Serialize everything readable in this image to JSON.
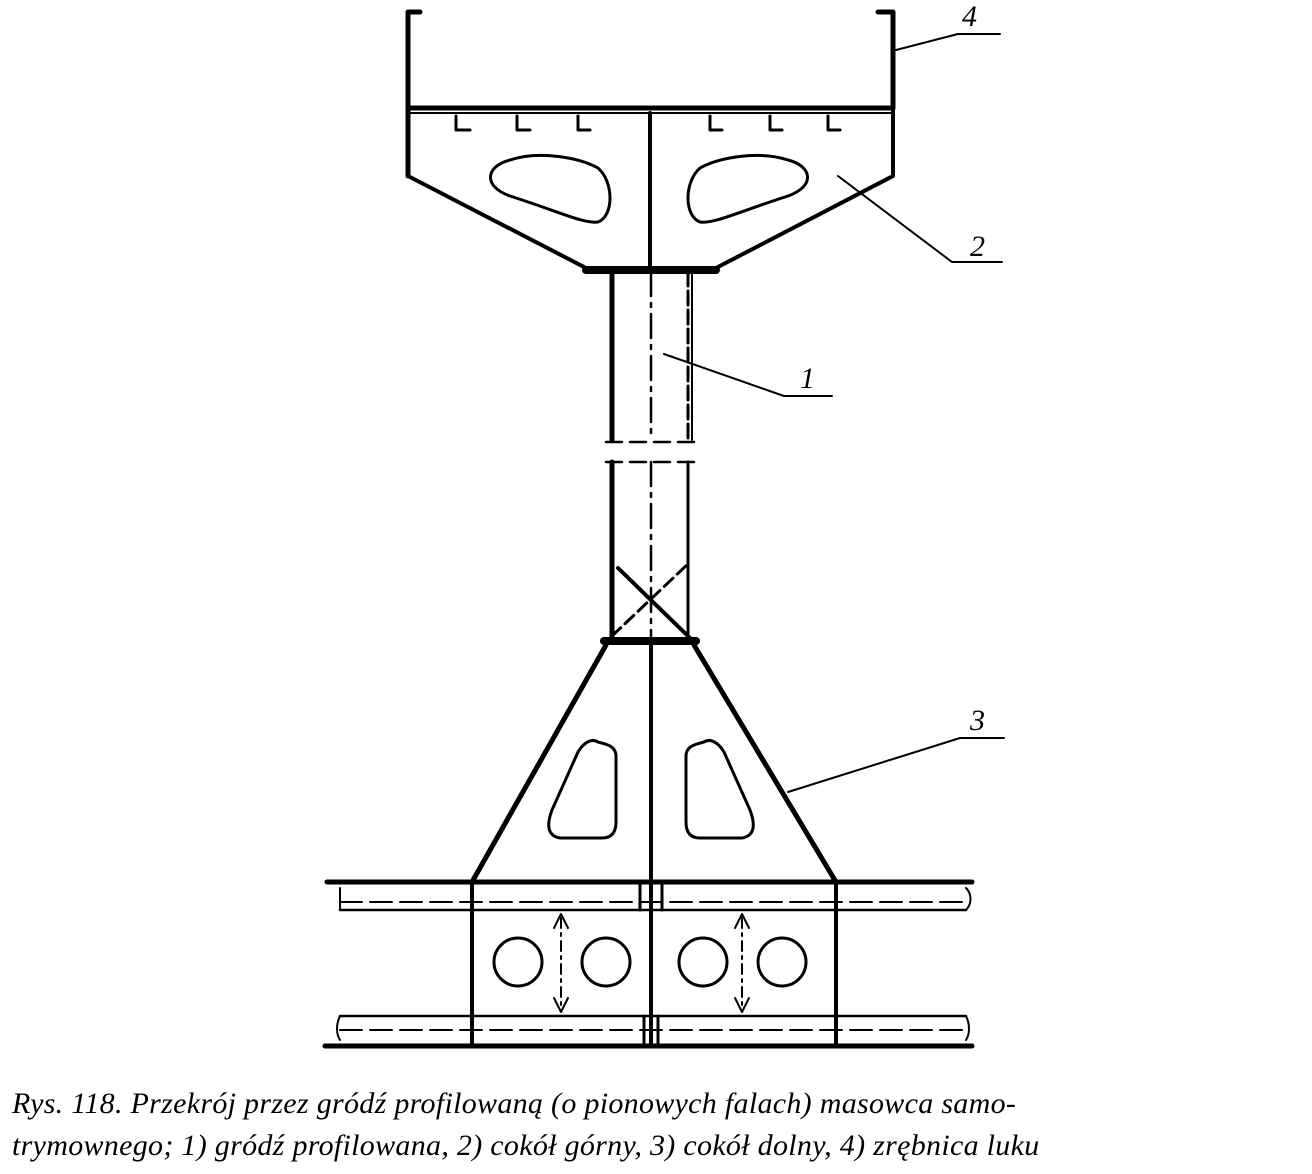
{
  "labels": {
    "item1": "1",
    "item2": "2",
    "item3": "3",
    "item4": "4"
  },
  "caption": {
    "line1": "Rys. 118. Przekrój przez gródź profilowaną (o pionowych falach) masowca samo-",
    "line2": "trymownego; 1) gródź profilowana, 2) cokół górny, 3) cokół dolny, 4) zrębnica luku"
  }
}
